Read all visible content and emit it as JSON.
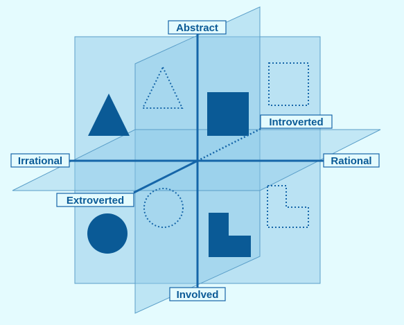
{
  "axes": {
    "top": "Abstract",
    "bottom": "Involved",
    "left": "Irrational",
    "right": "Rational",
    "back": "Introverted",
    "front": "Extroverted"
  },
  "colors": {
    "background": "#e4fbfe",
    "plane_fill": "#8fcae8",
    "axis_line": "#1565a8",
    "solid_shape": "#0a5a96",
    "label_text": "#0a5a96"
  },
  "shapes": {
    "upper_left_front": "filled-triangle",
    "upper_left_back": "dotted-triangle",
    "upper_right_front": "filled-square",
    "upper_right_back": "dotted-square",
    "lower_left_front": "filled-circle",
    "lower_left_back": "dotted-circle",
    "lower_right_front": "filled-l-shape",
    "lower_right_back": "dotted-l-shape"
  }
}
